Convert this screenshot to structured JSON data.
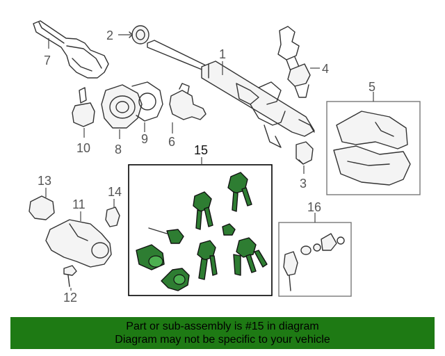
{
  "callouts": {
    "n1": "1",
    "n2": "2",
    "n3": "3",
    "n4": "4",
    "n5": "5",
    "n6": "6",
    "n7": "7",
    "n8": "8",
    "n9": "9",
    "n10": "10",
    "n11": "11",
    "n12": "12",
    "n13": "13",
    "n14": "14",
    "n15": "15",
    "n16": "16"
  },
  "highlight_color": "#2e7d32",
  "banner": {
    "line1": "Part or sub-assembly is #15 in diagram",
    "line2": "Diagram may not be specific to your vehicle",
    "background": "#1e7a14"
  }
}
